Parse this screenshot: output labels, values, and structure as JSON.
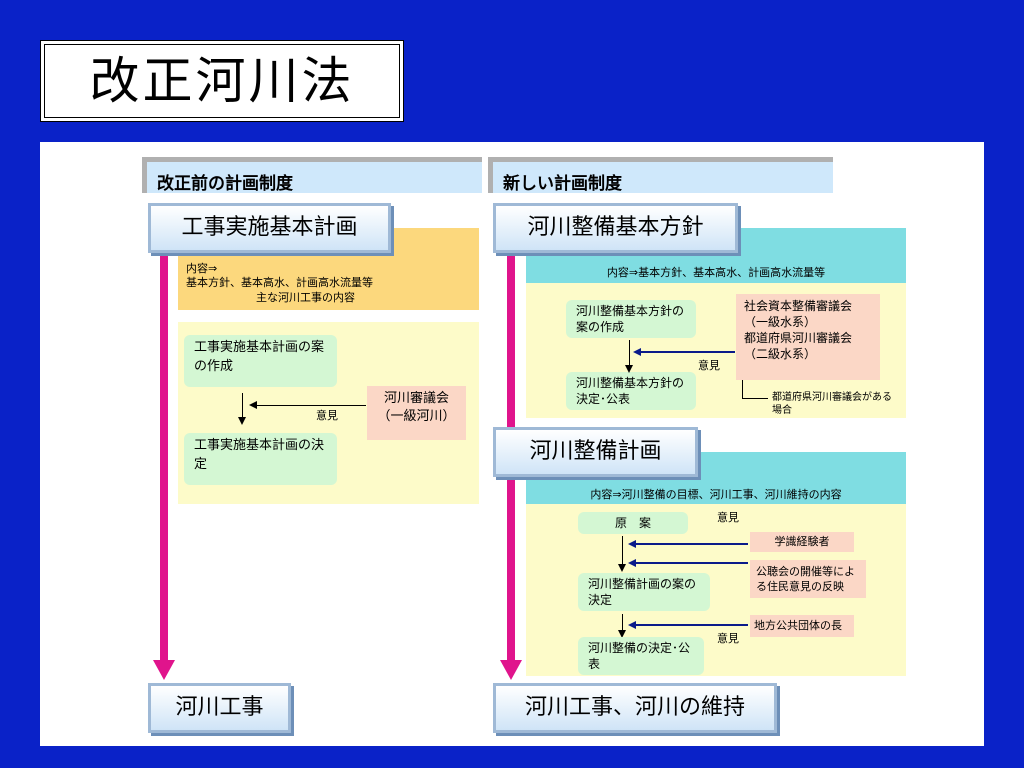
{
  "title": "改正河川法",
  "left": {
    "header": "改正前の計画制度",
    "plan_title": "工事実施基本計画",
    "content_label": "内容⇒",
    "content_line1": "基本方針、基本高水、計画高水流量等",
    "content_line2": "主な河川工事の内容",
    "step1": "工事実施基本計画の案の作成",
    "step2": "工事実施基本計画の決定",
    "council": "河川審議会（一級河川）",
    "opinion": "意見",
    "result": "河川工事"
  },
  "right": {
    "header": "新しい計画制度",
    "policy_title": "河川整備基本方針",
    "policy_content": "内容⇒基本方針、基本高水、計画高水流量等",
    "policy_step1": "河川整備基本方針の案の作成",
    "policy_step2": "河川整備基本方針の決定･公表",
    "council1": "社会資本整備審議会（一級水系）",
    "council2": "都道府県河川審議会（二級水系）",
    "council_note": "都道府県河川審議会がある場合",
    "opinion1": "意見",
    "plan_title": "河川整備計画",
    "plan_content": "内容⇒河川整備の目標、河川工事、河川維持の内容",
    "draft": "原　案",
    "opinion2": "意見",
    "experts": "学識経験者",
    "public": "公聴会の開催等による住民意見の反映",
    "plan_step": "河川整備計画の案の決定",
    "local_gov": "地方公共団体の長",
    "opinion3": "意見",
    "final_step": "河川整備の決定･公表",
    "result": "河川工事、河川の維持"
  }
}
